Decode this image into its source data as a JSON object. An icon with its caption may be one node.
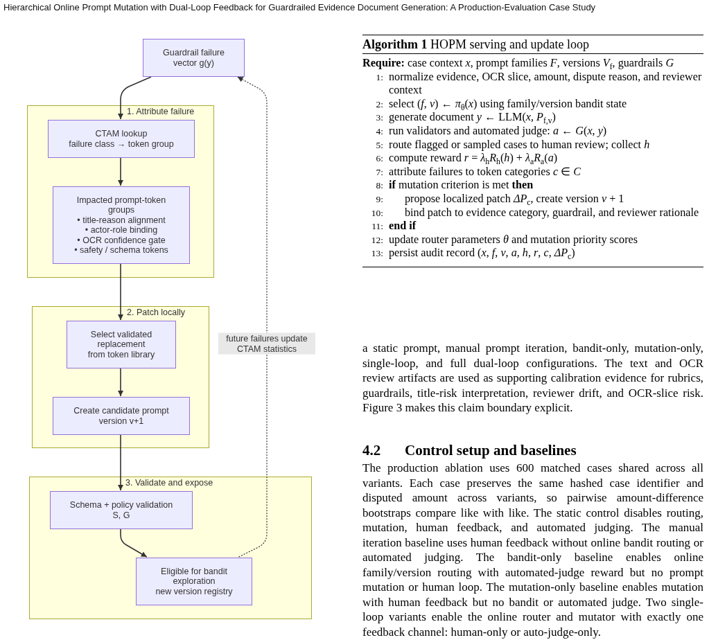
{
  "diagram": {
    "nodes": [
      {
        "text": [
          "Guardrail failure vector g(y)"
        ]
      },
      {
        "text": [
          "1. Attribute failure"
        ]
      },
      {
        "text": [
          "CTAM lookup",
          "failure class → token group"
        ],
        "in": 1
      },
      {
        "text": [
          "Impacted prompt-token groups",
          "• title-reason alignment",
          "• actor-role binding",
          "• OCR confidence gate",
          "• safety / schema tokens"
        ],
        "in": 1
      },
      {
        "text": [
          "2. Patch locally"
        ]
      },
      {
        "text": [
          "Select validated replacement",
          "from token library"
        ],
        "in": 4
      },
      {
        "text": [
          "Create candidate prompt version v+1"
        ],
        "in": 4
      },
      {
        "text": [
          "3. Validate and expose"
        ]
      },
      {
        "text": [
          "Schema + policy validation S, G"
        ],
        "in": 7
      },
      {
        "text": [
          "Eligible for bandit exploration",
          "new version registry"
        ],
        "in": 7
      }
    ],
    "edges": [
      {
        "from": 0,
        "to": 2,
        "arrow": "to"
      },
      {
        "from": 2,
        "to": 3,
        "arrow": "to"
      },
      {
        "from": 3,
        "to": 5,
        "arrow": "to"
      },
      {
        "from": 5,
        "to": 6,
        "arrow": "to"
      },
      {
        "from": 6,
        "to": 8,
        "arrow": "to"
      },
      {
        "from": 8,
        "to": 9,
        "arrow": "to"
      },
      {
        "from": 9,
        "to": 0,
        "arrow": "to",
        "style": "dashed",
        "label": "future failures update CTAM statistics"
      }
    ],
    "labels": [
      "Hierarchical Online Prompt Mutation with Dual-Loop Feedback for Guardrailed Evidence Document Generation: A Production-Evaluation Case Study",
      "**Algorithm 1** HOPM serving and update loop",
      "**Require:** case context *x*, prompt families *F*, versions *V*$_{f}$, guardrails *G*",
      "1:",
      "normalize evidence, OCR slice, amount, dispute reason, and reviewer context",
      "2:",
      "select (*f*, *v*) ← *π*$_{θ}$(*x*) using family/version bandit state",
      "3:",
      "generate document *y* ← LLM(*x*, *P*$_{f,v}$)",
      "4:",
      "run validators and automated judge: *a* ← *G*(*x*, *y*)",
      "5:",
      "route flagged or sampled cases to human review; collect *h*",
      "6:",
      "compute reward *r* = *λ*$_{h}$*R*$_{h}$(*h*) + *λ*$_{a}$*R*$_{a}$(*a*)",
      "7:",
      "attribute failures to token categories *c* ∈ *C*",
      "8:",
      "**if** mutation criterion is met **then**",
      "9:",
      "propose localized patch *ΔP*$_{c}$, create version *v* + 1",
      "10:",
      "bind patch to evidence category, guardrail, and reviewer rationale",
      "11:",
      "end if",
      "12:",
      "update router parameters *θ* and mutation priority scores",
      "13:",
      "persist audit record (*x*, *f*, *v*, *a*, *h*, *r*, *c*, *ΔP*$_{c}$)",
      "a static prompt, manual prompt iteration, bandit-only, mutation-only, single-loop, and full dual-loop configurations. The text and OCR review artifacts are used as supporting calibration evidence for rubrics, guardrails, title-risk interpretation, reviewer drift, and OCR-slice risk. Figure 3 makes this claim boundary explicit.",
      "4.2",
      "Control setup and baselines",
      "The production ablation uses 600 matched cases shared across all variants. Each case preserves the same hashed case identifier and disputed amount across variants, so pairwise amount-difference bootstraps compare like with like. The static control disables routing, mutation, human feedback, and automated judging. The manual iteration baseline uses human feedback without online bandit routing or automated judging. The bandit-only baseline enables online family/version routing with automated-judge reward but no prompt mutation or human loop. The mutation-only baseline enables mutation with human feedback but no bandit or automated judge. Two single-loop variants enable the online router and mutator with exactly one feedback channel: human-only or auto-judge-only."
    ]
  }
}
